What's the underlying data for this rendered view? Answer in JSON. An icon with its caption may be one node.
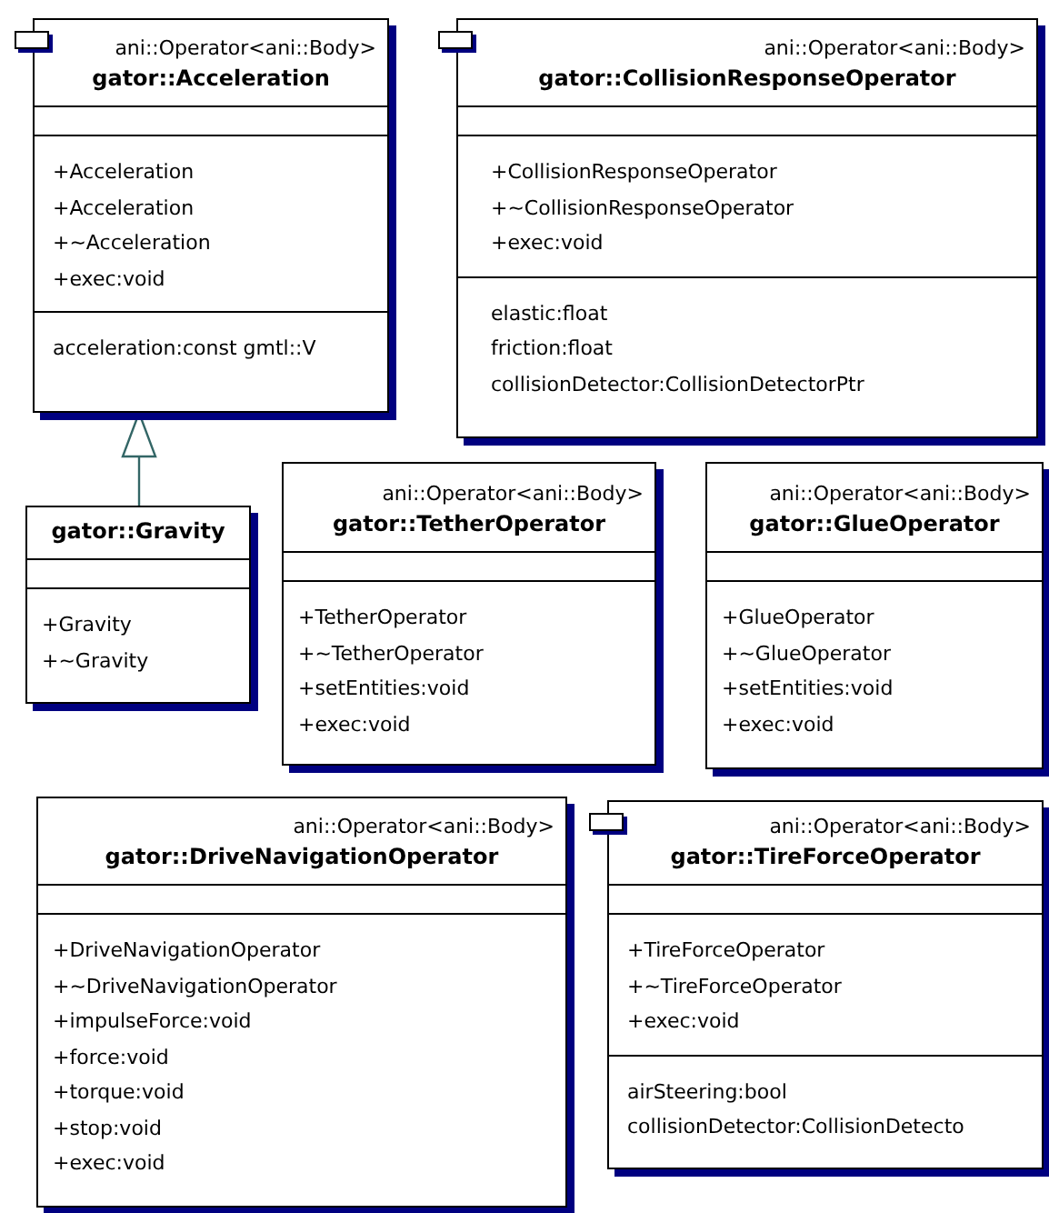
{
  "diagram": {
    "nodes": [
      {
        "text": [
          "ani::Operator<ani::Body>",
          "gator::Acceleration",
          "+Acceleration",
          "+Acceleration",
          "+~Acceleration",
          "+exec:void",
          "acceleration:const gmtl::V"
        ]
      },
      {
        "text": [
          "ani::Operator<ani::Body>",
          "gator::CollisionResponseOperator",
          "+CollisionResponseOperator",
          "+~CollisionResponseOperator",
          "+exec:void",
          "elastic:float",
          "friction:float",
          "collisionDetector:CollisionDetectorPtr"
        ]
      },
      {
        "text": [
          "gator::Gravity",
          "+Gravity",
          "+~Gravity"
        ]
      },
      {
        "text": [
          "ani::Operator<ani::Body>",
          "gator::TetherOperator",
          "+TetherOperator",
          "+~TetherOperator",
          "+setEntities:void",
          "+exec:void"
        ]
      },
      {
        "text": [
          "ani::Operator<ani::Body>",
          "gator::GlueOperator",
          "+GlueOperator",
          "+~GlueOperator",
          "+setEntities:void",
          "+exec:void"
        ]
      },
      {
        "text": [
          "ani::Operator<ani::Body>",
          "gator::DriveNavigationOperator",
          "+DriveNavigationOperator",
          "+~DriveNavigationOperator",
          "+impulseForce:void",
          "+force:void",
          "+torque:void",
          "+stop:void",
          "+exec:void"
        ]
      },
      {
        "text": [
          "ani::Operator<ani::Body>",
          "gator::TireForceOperator",
          "+TireForceOperator",
          "+~TireForceOperator",
          "+exec:void",
          "airSteering:bool",
          "collisionDetector:CollisionDetecto"
        ]
      }
    ],
    "edges": [
      {
        "from": 2,
        "to": 0,
        "arrow": "to",
        "color": "#336666"
      }
    ]
  }
}
